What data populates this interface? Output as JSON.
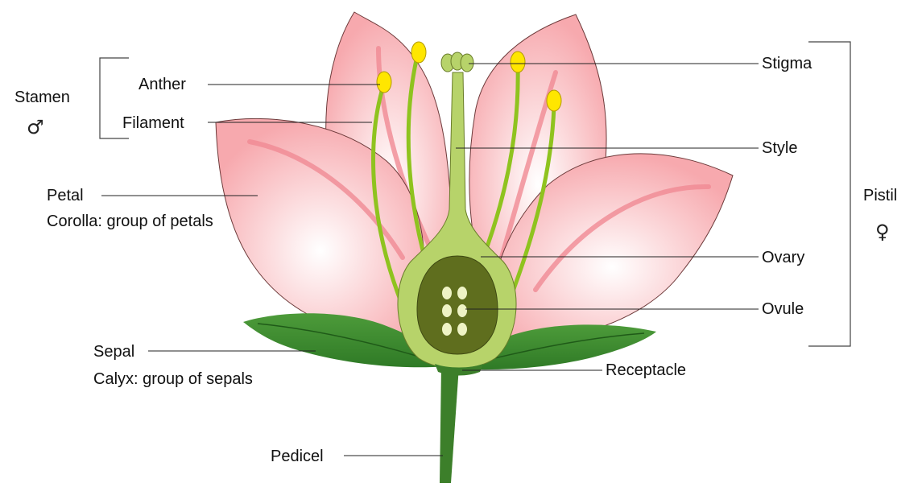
{
  "groups": {
    "stamen": {
      "label": "Stamen",
      "symbol": "♂"
    },
    "pistil": {
      "label": "Pistil",
      "symbol": "♀"
    }
  },
  "labels": {
    "anther": "Anther",
    "filament": "Filament",
    "petal": "Petal",
    "corolla": "Corolla: group of petals",
    "sepal": "Sepal",
    "calyx": "Calyx: group of sepals",
    "pedicel": "Pedicel",
    "stigma": "Stigma",
    "style": "Style",
    "ovary": "Ovary",
    "ovule": "Ovule",
    "receptacle": "Receptacle"
  },
  "colors": {
    "petal": "#f9b9bd",
    "petal_vein": "#f08a93",
    "sepal": "#3f8f2f",
    "stem": "#3c7f2a",
    "pistil": "#b7d36a",
    "ovary_cavity": "#5f6e1e",
    "ovule": "#eef3c5",
    "anther": "#ffe600",
    "filament": "#8fc31f"
  }
}
